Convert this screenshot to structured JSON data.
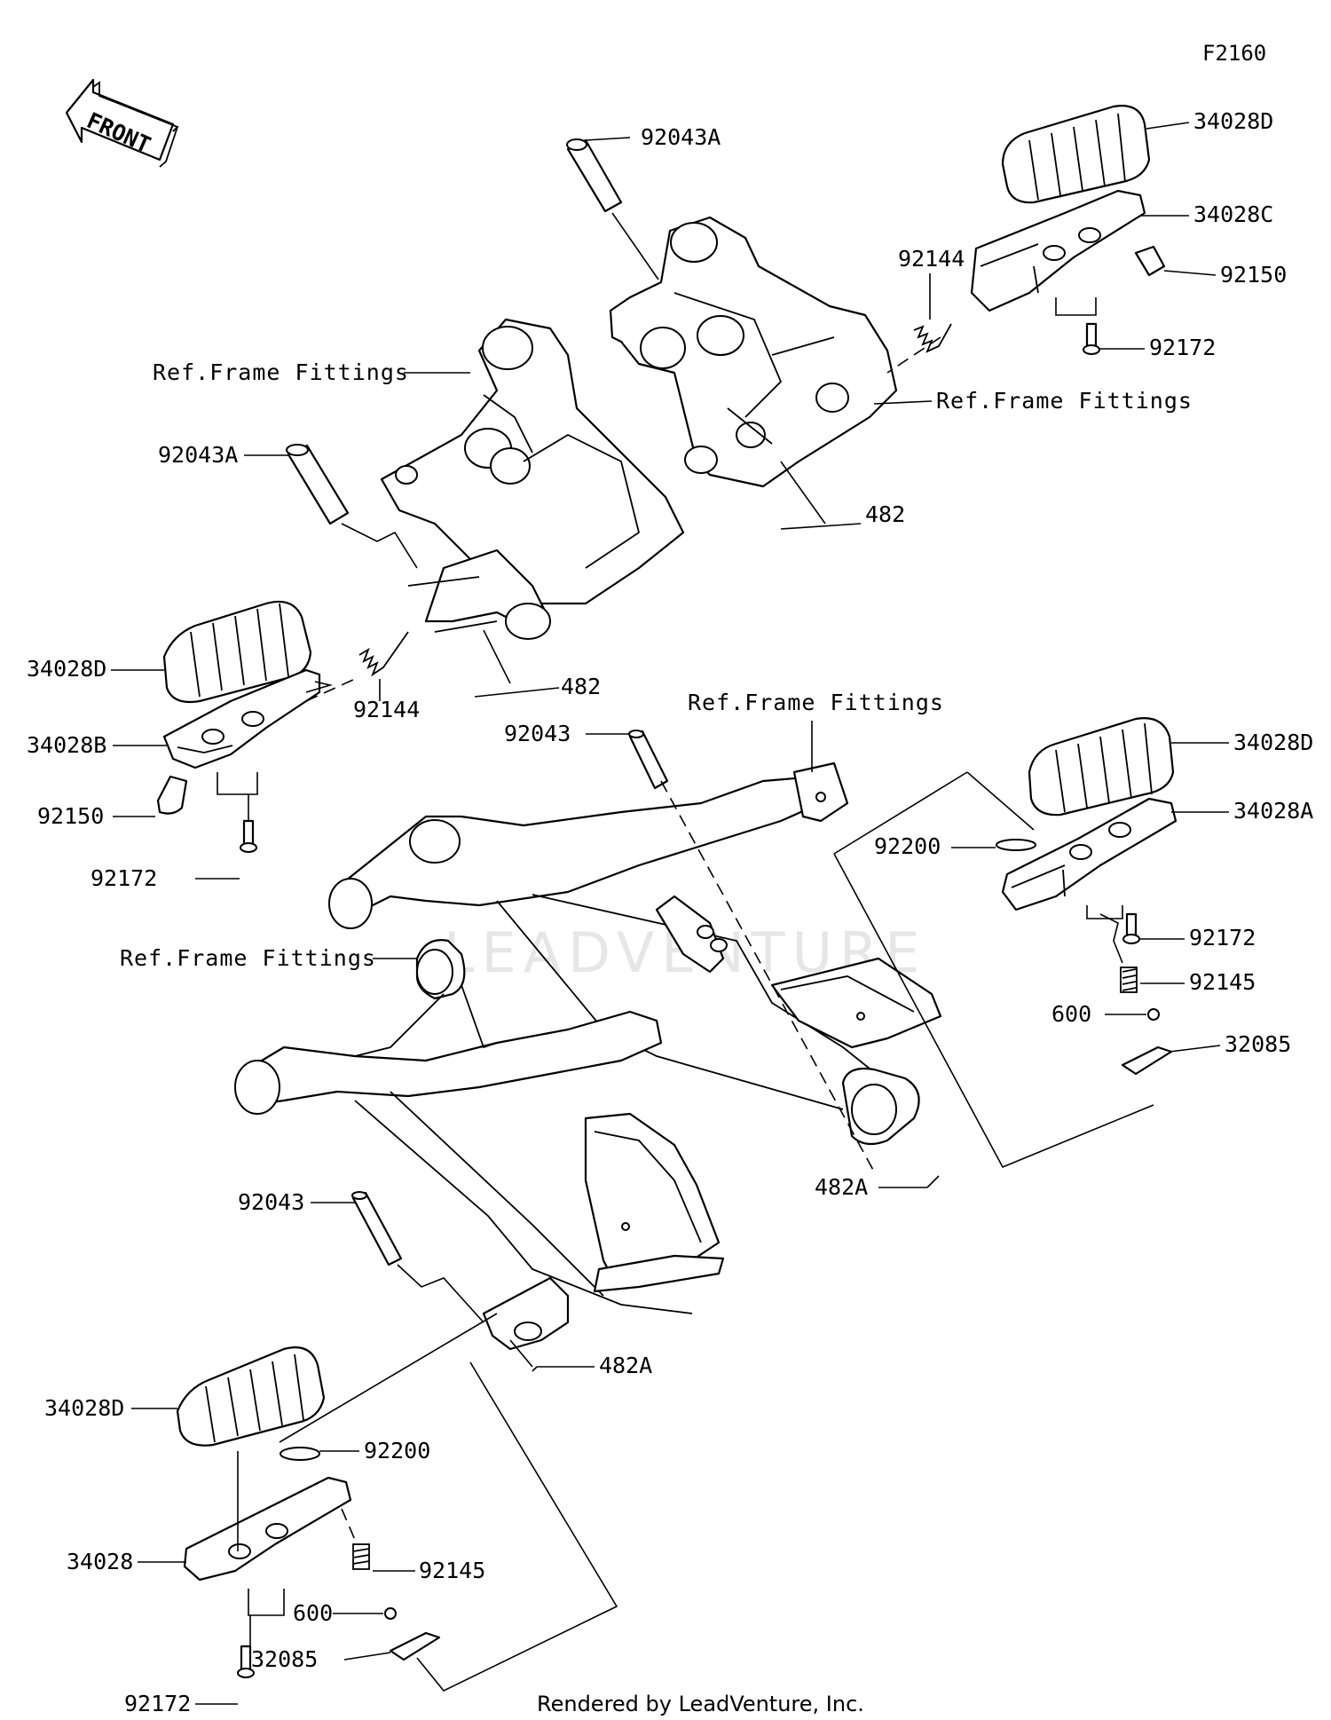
{
  "diagram": {
    "code": "F2160",
    "front_badge": "FRONT",
    "credit": "Rendered by LeadVenture, Inc.",
    "watermark": "LEADVENTURE",
    "labels": {
      "p92043A_top": "92043A",
      "p34028D_tr": "34028D",
      "p34028C": "34028C",
      "p92144_r": "92144",
      "p92150_r": "92150",
      "p92172_r": "92172",
      "ref_frame_1": "Ref.Frame Fittings",
      "ref_frame_2": "Ref.Frame Fittings",
      "p92043A_l": "92043A",
      "p482_r": "482",
      "p34028D_l": "34028D",
      "p92144_l": "92144",
      "p482_l": "482",
      "p34028B": "34028B",
      "ref_frame_3": "Ref.Frame Fittings",
      "p92043_c": "92043",
      "p34028D_mr": "34028D",
      "p92150_l": "92150",
      "p34028A": "34028A",
      "p92200_r": "92200",
      "p92172_l": "92172",
      "p92172_mr": "92172",
      "ref_frame_4": "Ref.Frame Fittings",
      "p92145_r": "92145",
      "p600_r": "600",
      "p32085_r": "32085",
      "p482A_r": "482A",
      "p92043_l": "92043",
      "p482A_l": "482A",
      "p34028D_bl": "34028D",
      "p92200_l": "92200",
      "p34028": "34028",
      "p92145_l": "92145",
      "p600_l": "600",
      "p32085_l": "32085",
      "p92172_bl": "92172"
    }
  }
}
